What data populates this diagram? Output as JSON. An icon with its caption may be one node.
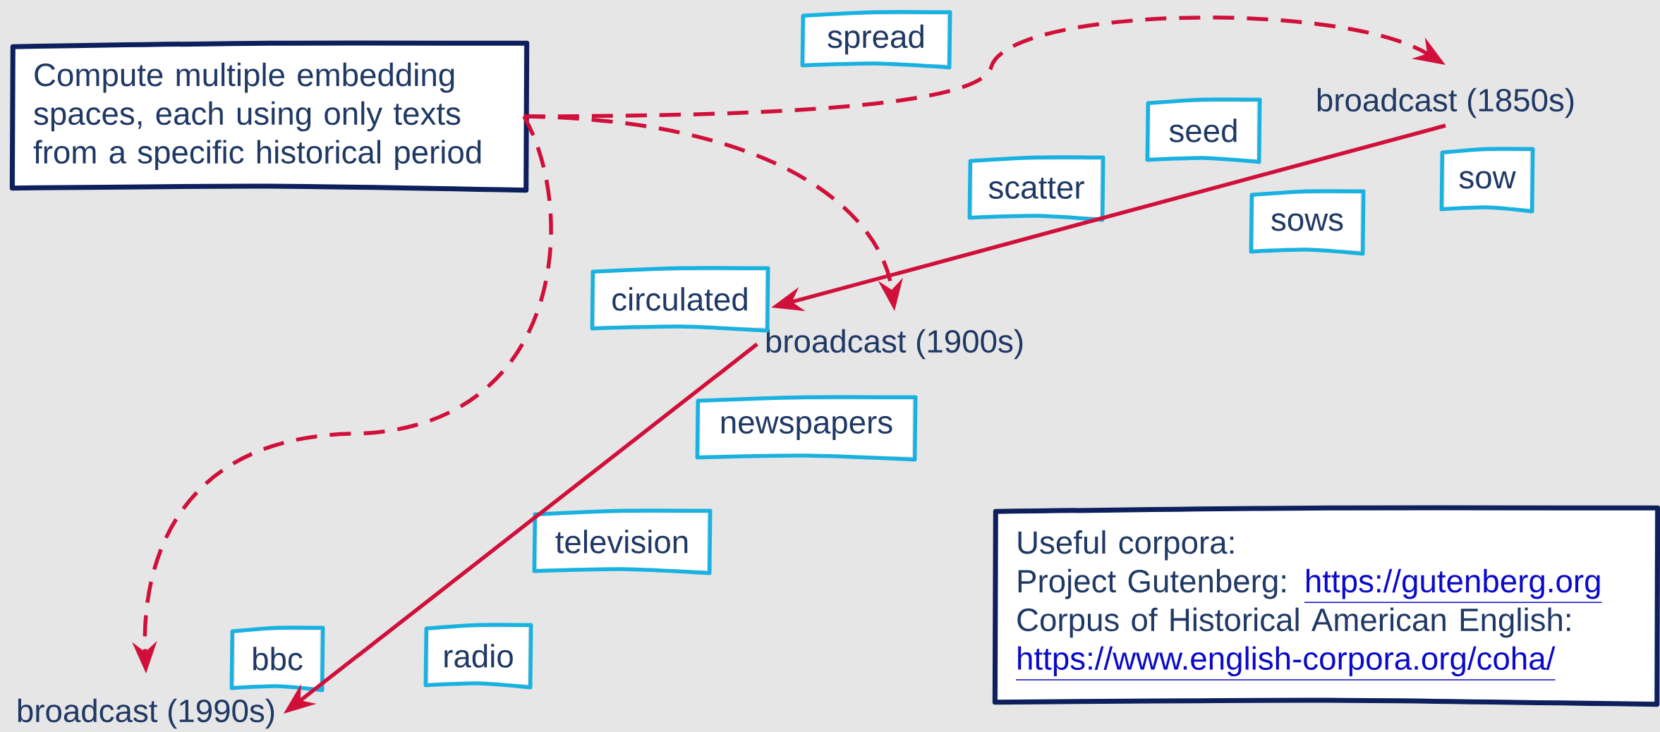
{
  "diagram": {
    "nodes": [
      {
        "text": [
          "Compute multiple embedding spaces, each using only texts from a specific historical period"
        ]
      },
      {
        "text": [
          "broadcast (1850s)"
        ]
      },
      {
        "text": [
          "broadcast (1900s)"
        ]
      },
      {
        "text": [
          "broadcast (1990s)"
        ]
      },
      {
        "text": [
          "spread"
        ]
      },
      {
        "text": [
          "seed"
        ]
      },
      {
        "text": [
          "scatter"
        ]
      },
      {
        "text": [
          "sow"
        ]
      },
      {
        "text": [
          "sows"
        ]
      },
      {
        "text": [
          "circulated"
        ]
      },
      {
        "text": [
          "newspapers"
        ]
      },
      {
        "text": [
          "television"
        ]
      },
      {
        "text": [
          "bbc"
        ]
      },
      {
        "text": [
          "radio"
        ]
      },
      {
        "text": [
          "Useful corpora:",
          "Project Gutenberg:",
          "https://gutenberg.org",
          "Corpus of Historical American English:",
          "https://www.english-corpora.org/coha/"
        ]
      }
    ],
    "edges": [
      {
        "from": 0,
        "to": 1,
        "arrow": "to",
        "style": "dashed"
      },
      {
        "from": 0,
        "to": 2,
        "arrow": "to",
        "style": "dashed"
      },
      {
        "from": 0,
        "to": 3,
        "arrow": "to",
        "style": "dashed"
      },
      {
        "from": 1,
        "to": 2,
        "arrow": "to"
      },
      {
        "from": 2,
        "to": 3,
        "arrow": "to"
      }
    ]
  }
}
